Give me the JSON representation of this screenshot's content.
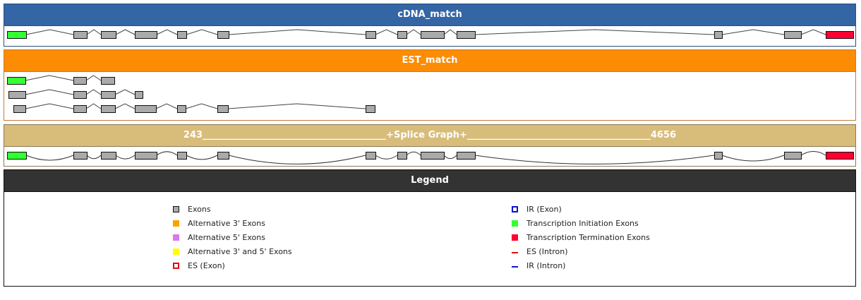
{
  "panels": {
    "cdna": {
      "title": "cDNA_match"
    },
    "est": {
      "title": "EST_match"
    },
    "splice": {
      "title": "243________________________________________+Splice Graph+________________________________________4656",
      "start": "243",
      "end": "4656"
    },
    "legend": {
      "title": "Legend"
    }
  },
  "colors": {
    "exon": "#aaaaaa",
    "alt3": "#f7a300",
    "alt5": "#dd77ee",
    "alt35": "#ffff00",
    "es_exon": "#dd1111",
    "ir_exon": "#1111cc",
    "initiation": "#33ff33",
    "termination": "#ff0033",
    "es_intron": "#dd1111",
    "ir_intron": "#1111cc"
  },
  "tracks": {
    "cdna": [
      {
        "exons": [
          [
            10,
            37,
            "initiation"
          ],
          [
            104,
            123,
            "exon"
          ],
          [
            143,
            164,
            "exon"
          ],
          [
            191,
            222,
            "exon"
          ],
          [
            251,
            264,
            "exon"
          ],
          [
            308,
            324,
            "exon"
          ],
          [
            518,
            532,
            "exon"
          ],
          [
            563,
            576,
            "exon"
          ],
          [
            596,
            629,
            "exon"
          ],
          [
            647,
            673,
            "exon"
          ],
          [
            1012,
            1023,
            "exon"
          ],
          [
            1111,
            1135,
            "exon"
          ],
          [
            1170,
            1209,
            "termination"
          ]
        ]
      }
    ],
    "est": [
      {
        "exons": [
          [
            10,
            36,
            "initiation"
          ],
          [
            104,
            122,
            "exon"
          ],
          [
            143,
            162,
            "exon"
          ]
        ]
      },
      {
        "exons": [
          [
            12,
            36,
            "exon"
          ],
          [
            104,
            122,
            "exon"
          ],
          [
            143,
            163,
            "exon"
          ],
          [
            191,
            202,
            "exon"
          ]
        ]
      },
      {
        "exons": [
          [
            19,
            36,
            "exon"
          ],
          [
            104,
            122,
            "exon"
          ],
          [
            143,
            163,
            "exon"
          ],
          [
            191,
            221,
            "exon"
          ],
          [
            251,
            263,
            "exon"
          ],
          [
            308,
            323,
            "exon"
          ],
          [
            518,
            531,
            "exon"
          ]
        ]
      }
    ],
    "splice": {
      "exons": [
        [
          10,
          37,
          "initiation"
        ],
        [
          104,
          123,
          "exon"
        ],
        [
          143,
          164,
          "exon"
        ],
        [
          191,
          222,
          "exon"
        ],
        [
          251,
          264,
          "exon"
        ],
        [
          308,
          324,
          "exon"
        ],
        [
          518,
          532,
          "exon"
        ],
        [
          563,
          576,
          "exon"
        ],
        [
          596,
          629,
          "exon"
        ],
        [
          647,
          673,
          "exon"
        ],
        [
          1012,
          1023,
          "exon"
        ],
        [
          1111,
          1135,
          "exon"
        ],
        [
          1170,
          1209,
          "termination"
        ]
      ],
      "arc_directions": [
        "down",
        "down",
        "down",
        "up",
        "down",
        "down",
        "down",
        "up",
        "down",
        "down",
        "down",
        "up"
      ]
    }
  },
  "legend": {
    "left": [
      {
        "label": "Exons",
        "type": "exon"
      },
      {
        "label": "Alternative 3' Exons",
        "type": "alt3"
      },
      {
        "label": "Alternative 5' Exons",
        "type": "alt5"
      },
      {
        "label": "Alternative 3' and 5' Exons",
        "type": "alt35"
      },
      {
        "label": "ES (Exon)",
        "type": "es_exon"
      }
    ],
    "right": [
      {
        "label": "IR (Exon)",
        "type": "ir_exon"
      },
      {
        "label": "Transcription Initiation Exons",
        "type": "initiation"
      },
      {
        "label": "Transcription Termination Exons",
        "type": "termination"
      },
      {
        "label": "ES (Intron)",
        "type": "es_intron"
      },
      {
        "label": "IR (Intron)",
        "type": "ir_intron"
      }
    ]
  }
}
